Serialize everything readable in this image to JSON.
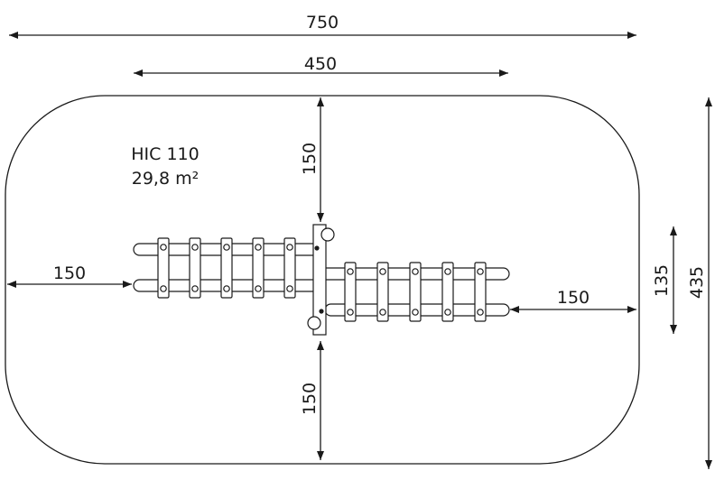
{
  "dimensions": {
    "overall_width": "750",
    "equipment_width": "450",
    "top_clearance": "150",
    "left_clearance": "150",
    "right_clearance": "150",
    "bottom_clearance": "150",
    "equipment_depth": "135",
    "overall_depth": "435"
  },
  "info": {
    "code": "HIC 110",
    "area": "29,8 m²"
  },
  "colors": {
    "line": "#1a1a1a",
    "fill": "#ffffff"
  }
}
